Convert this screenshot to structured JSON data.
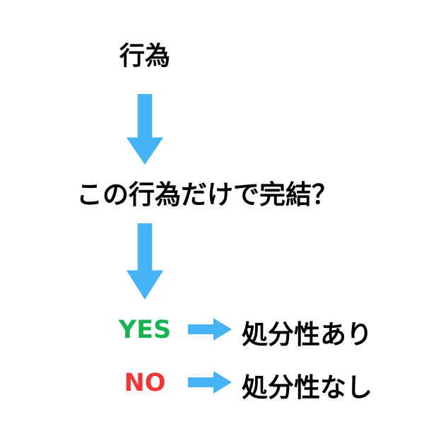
{
  "colors": {
    "background": "#ffffff",
    "arrow_blue": "#45b3f5",
    "yes_green": "#17b352",
    "no_red": "#f23535",
    "text_black": "#000000"
  },
  "diagram": {
    "start_label": "行為",
    "question_label": "この行為だけで完結？",
    "branches": [
      {
        "answer": "YES",
        "result": "処分性あり"
      },
      {
        "answer": "NO",
        "result": "処分性なし"
      }
    ]
  }
}
